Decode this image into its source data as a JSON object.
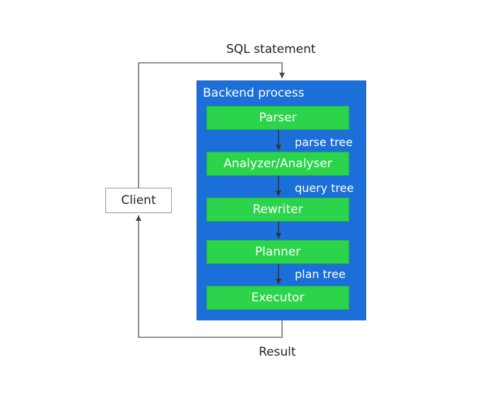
{
  "diagram": {
    "top_label": "SQL statement",
    "bottom_label": "Result",
    "client": "Client",
    "backend": {
      "title": "Backend process",
      "stages": [
        "Parser",
        "Analyzer/Analyser",
        "Rewriter",
        "Planner",
        "Executor"
      ],
      "edge_labels": [
        "parse tree",
        "query tree",
        "plan tree"
      ]
    }
  },
  "colors": {
    "backend_fill": "#1c6fd8",
    "stage_fill": "#2bd44a",
    "connector": "#444444"
  }
}
